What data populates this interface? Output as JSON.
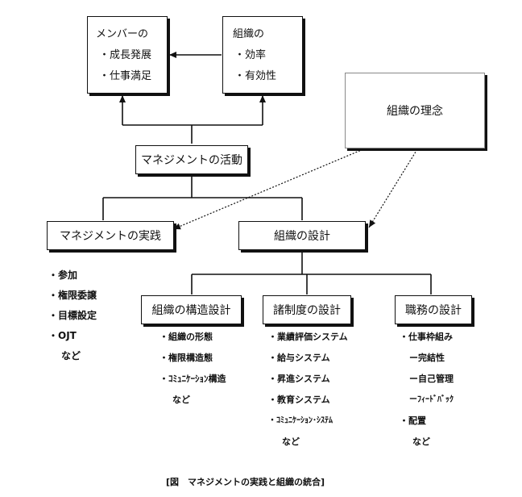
{
  "member_box": {
    "line1": "メンバーの",
    "line2": "・成長発展",
    "line3": "・仕事満足"
  },
  "org_box": {
    "line1": "組織の",
    "line2": "・効率",
    "line3": "・有効性"
  },
  "philosophy_box": {
    "label": "組織の理念"
  },
  "management_activity": {
    "label": "マネジメントの活動"
  },
  "management_practice": {
    "label": "マネジメントの実践",
    "items": [
      "・参加",
      "・権限委譲",
      "・目標設定",
      "・OJT",
      "など"
    ]
  },
  "org_design": {
    "label": "組織の設計"
  },
  "structure_design": {
    "label": "組織の構造設計",
    "items": [
      "・組織の形態",
      "・権限構造態",
      "・ｺﾐｭﾆｹｰｼｮﾝ構造",
      "など"
    ]
  },
  "system_design": {
    "label": "諸制度の設計",
    "items": [
      "・業績評価システム",
      "・給与システム",
      "・昇進システム",
      "・教育システム",
      "・ｺﾐｭﾆｹｰｼｮﾝ･ｼｽﾃﾑ",
      "など"
    ]
  },
  "job_design": {
    "label": "職務の設計",
    "items": [
      "・仕事枠組み",
      "ー完結性",
      "ー自己管理",
      "ーﾌｨｰﾄﾞﾊﾞｯｸ",
      "・配置",
      "など"
    ]
  },
  "caption": "[図　マネジメントの実践と組織の統合]",
  "colors": {
    "line": "#111111",
    "background": "#ffffff"
  }
}
